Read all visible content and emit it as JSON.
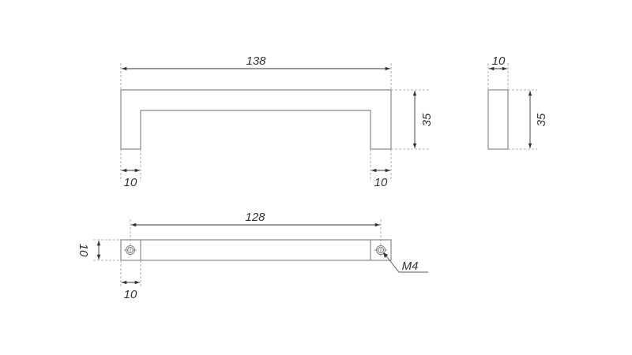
{
  "drawing": {
    "title": "Handle technical drawing",
    "colors": {
      "outline": "#8a8a8a",
      "dimension": "#333333",
      "background": "#ffffff"
    },
    "front_view": {
      "overall_length_label": "138",
      "height_label": "35",
      "left_leg_width_label": "10",
      "right_leg_width_label": "10"
    },
    "side_view": {
      "width_label": "10",
      "height_label": "35"
    },
    "top_view": {
      "hole_spacing_label": "128",
      "depth_label": "10",
      "end_offset_label": "10",
      "thread_label": "M4"
    }
  }
}
